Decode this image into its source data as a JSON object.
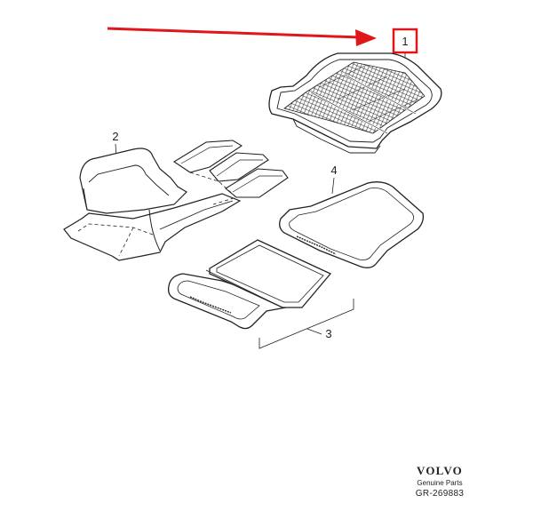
{
  "callouts": {
    "part_1": "1",
    "part_2": "2",
    "part_3": "3",
    "part_4": "4"
  },
  "highlight": {
    "color": "#e0161b",
    "target_part": "1"
  },
  "brand": {
    "logo": "VOLVO",
    "subtitle": "Genuine Parts",
    "code": "GR-269883"
  }
}
